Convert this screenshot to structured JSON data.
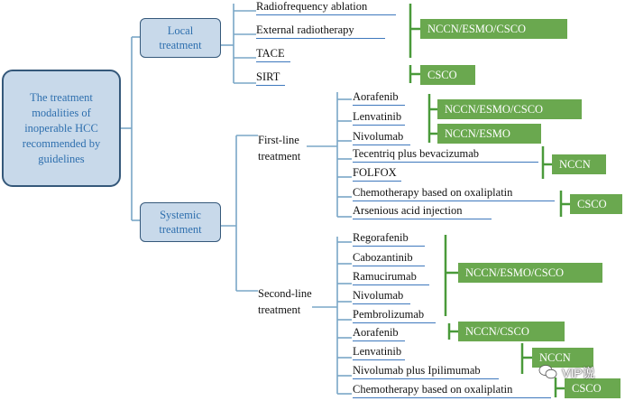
{
  "root": {
    "lines": [
      "The treatment",
      "modalities of",
      "inoperable HCC",
      "recommended by",
      "guidelines"
    ]
  },
  "local": {
    "label_lines": [
      "Local",
      "treatment"
    ],
    "items": [
      "Radiofrequency ablation",
      "External radiotherapy",
      "TACE",
      "SIRT"
    ],
    "tags": [
      "NCCN/ESMO/CSCO",
      "CSCO"
    ]
  },
  "systemic": {
    "label_lines": [
      "Systemic",
      "treatment"
    ],
    "first_line": {
      "label_lines": [
        "First-line",
        "treatment"
      ],
      "items": [
        "Aorafenib",
        "Lenvatinib",
        "Nivolumab",
        "Tecentriq plus bevacizumab",
        "FOLFOX",
        "Chemotherapy based on oxaliplatin",
        "Arsenious acid injection"
      ],
      "tags": [
        "NCCN/ESMO/CSCO",
        "NCCN/ESMO",
        "NCCN",
        "CSCO"
      ]
    },
    "second_line": {
      "label_lines": [
        "Second-line",
        "treatment"
      ],
      "items": [
        "Regorafenib",
        "Cabozantinib",
        "Ramucirumab",
        "Nivolumab",
        "Pembrolizumab",
        "Aorafenib",
        "Lenvatinib",
        "Nivolumab plus Ipilimumab",
        "Chemotherapy based on oxaliplatin"
      ],
      "tags": [
        "NCCN/ESMO/CSCO",
        "NCCN/CSCO",
        "NCCN",
        "CSCO"
      ]
    }
  },
  "watermark": {
    "text": "VIP说"
  },
  "colors": {
    "box_fill": "#c8d9ea",
    "box_border": "#35587a",
    "box_text": "#2e6fae",
    "connector": "#7aa7c7",
    "underline": "#3e78bd",
    "tag_fill": "#6aa84f",
    "bracket": "#4a9a3a"
  }
}
